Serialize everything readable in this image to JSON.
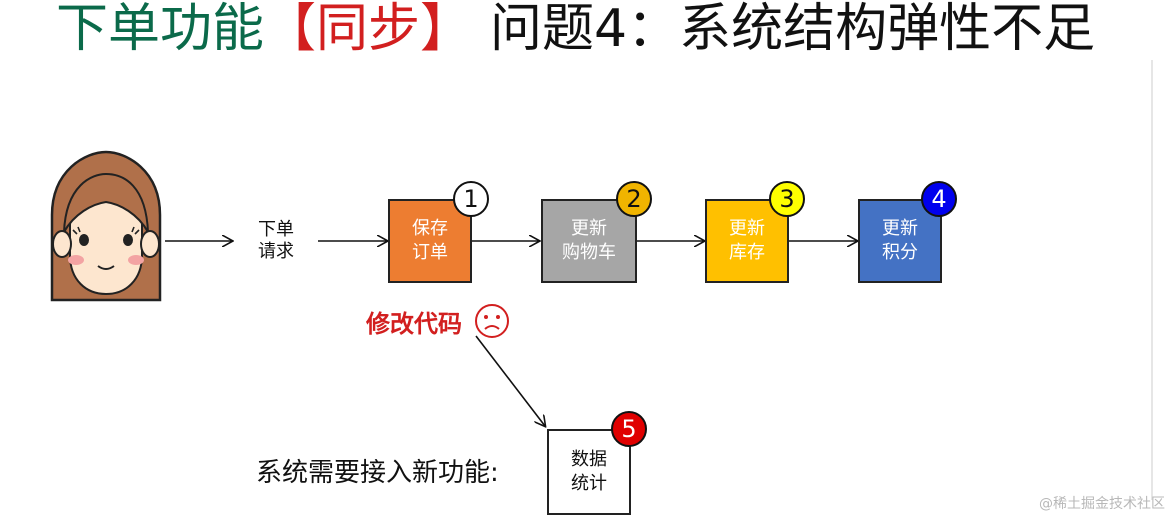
{
  "title": {
    "part1": "下单功能",
    "part2": "【同步】",
    "part3": "问题4：系统结构弹性不足"
  },
  "request_label": [
    "下单",
    "请求"
  ],
  "steps": [
    {
      "lines": [
        "保存",
        "订单"
      ],
      "color": "#ed7d31",
      "badge": "1",
      "badge_color": "#ffffff",
      "badge_text_color": "#111111"
    },
    {
      "lines": [
        "更新",
        "购物车"
      ],
      "color": "#a6a6a6",
      "badge": "2",
      "badge_color": "#f0b400",
      "badge_text_color": "#111111"
    },
    {
      "lines": [
        "更新",
        "库存"
      ],
      "color": "#ffc000",
      "badge": "3",
      "badge_color": "#ffff00",
      "badge_text_color": "#111111"
    },
    {
      "lines": [
        "更新",
        "积分"
      ],
      "color": "#4472c4",
      "badge": "4",
      "badge_color": "#0000ee",
      "badge_text_color": "#ffffff"
    }
  ],
  "note": {
    "text": "修改代码",
    "icon": "sad-face-icon"
  },
  "new_feature": {
    "label": "系统需要接入新功能:",
    "lines": [
      "数据",
      "统计"
    ],
    "badge": "5",
    "badge_color": "#e00000",
    "badge_text_color": "#ffffff"
  },
  "watermark": "@稀土掘金技术社区"
}
